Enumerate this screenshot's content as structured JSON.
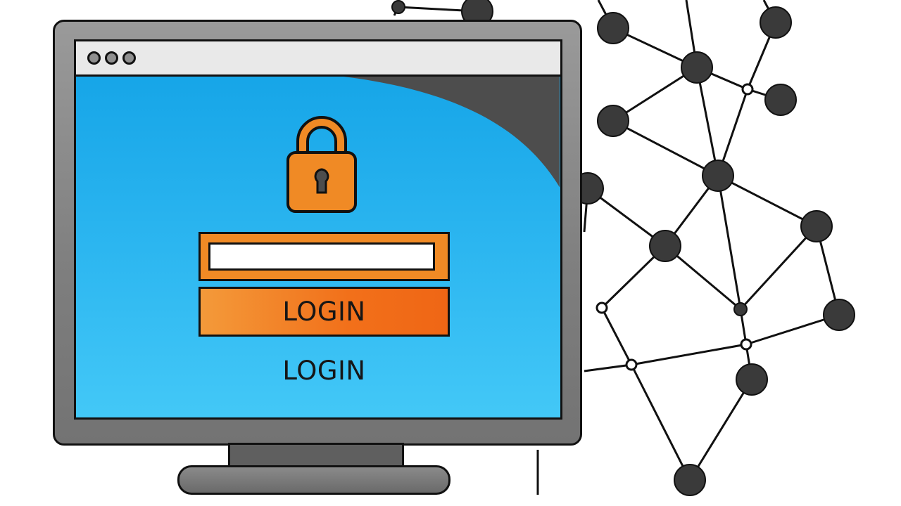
{
  "window": {
    "controls": [
      "window-dot",
      "window-dot",
      "window-dot"
    ]
  },
  "login_form": {
    "lock_icon": "padlock-icon",
    "username_value": "",
    "username_placeholder": "",
    "button_label": "LOGIN",
    "caption": "LOGIN"
  },
  "colors": {
    "screen": "#1ea9ea",
    "accent_orange": "#f2761c",
    "bezel": "#858585",
    "node": "#3a3a3a"
  }
}
